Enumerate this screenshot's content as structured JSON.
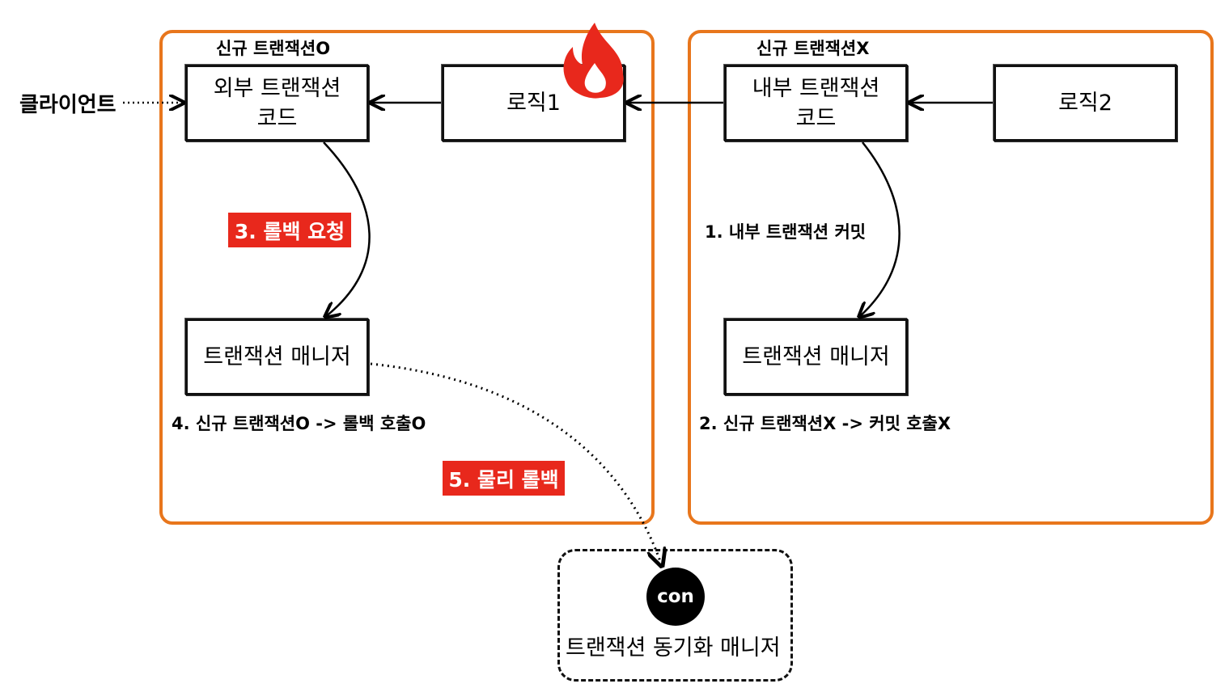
{
  "client_label": "클라이언트",
  "left_region": {
    "title": "신규 트랜잭션O",
    "outer_code_box": "외부 트랜잭션\n코드",
    "logic1_box": "로직1",
    "tx_manager_box": "트랜잭션 매니저",
    "step3_tag": "3. 롤백 요청",
    "step4_label": "4. 신규 트랜잭션O -> 롤백 호출O",
    "step5_tag": "5. 물리 롤백"
  },
  "right_region": {
    "title": "신규 트랜잭션X",
    "inner_code_box": "내부 트랜잭션\n코드",
    "logic2_box": "로직2",
    "tx_manager_box": "트랜잭션 매니저",
    "step1_label": "1. 내부 트랜잭션 커밋",
    "step2_label": "2. 신규 트랜잭션X -> 커밋 호출X"
  },
  "sync_manager": {
    "connection_label": "con",
    "label": "트랜잭션 동기화 매니저"
  },
  "icons": {
    "fire": "fire-icon"
  },
  "colors": {
    "region_border": "#e8761c",
    "tag_bg": "#e8281c",
    "fire": "#e8281c"
  }
}
